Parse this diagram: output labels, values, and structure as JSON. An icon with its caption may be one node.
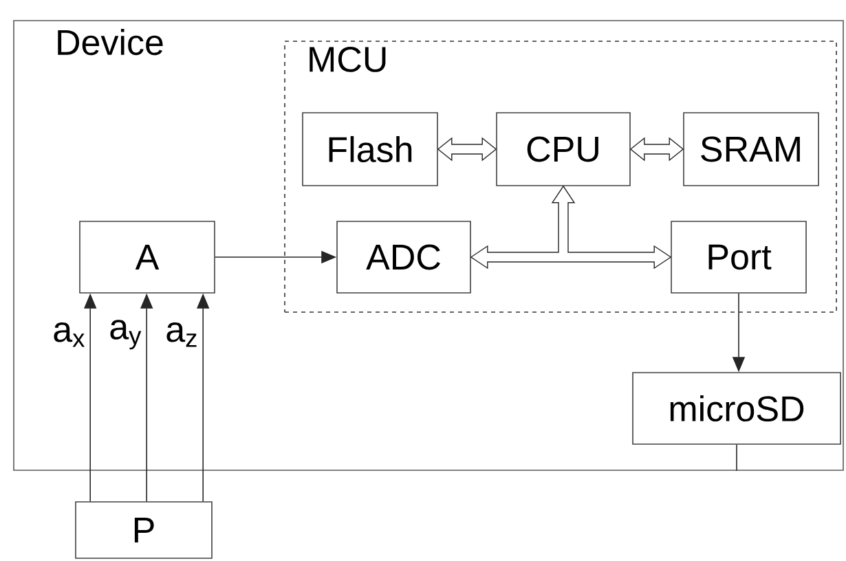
{
  "diagram": {
    "nodes": [
      {
        "text": [
          "Device"
        ]
      },
      {
        "text": [
          "MCU"
        ],
        "in": 0
      },
      {
        "text": [
          "Flash"
        ],
        "in": 1
      },
      {
        "text": [
          "CPU"
        ],
        "in": 1
      },
      {
        "text": [
          "SRAM"
        ],
        "in": 1
      },
      {
        "text": [
          "A"
        ],
        "in": 0
      },
      {
        "text": [
          "ADC"
        ],
        "in": 1
      },
      {
        "text": [
          "Port"
        ],
        "in": 1
      },
      {
        "text": [
          "microSD"
        ],
        "in": 0
      },
      {
        "text": [
          "P"
        ]
      }
    ],
    "edges": [
      {
        "from": 2,
        "to": 3,
        "arrow": "both"
      },
      {
        "from": 3,
        "to": 4,
        "arrow": "both"
      },
      {
        "from": 6,
        "to": 3,
        "arrow": "both"
      },
      {
        "from": 6,
        "to": 7,
        "arrow": "both"
      },
      {
        "from": 3,
        "to": 7,
        "arrow": "both"
      },
      {
        "from": 5,
        "to": 6,
        "arrow": "to"
      },
      {
        "from": 7,
        "to": 8,
        "arrow": "to"
      },
      {
        "from": 8,
        "to": 0,
        "arrow": "none"
      },
      {
        "from": 9,
        "to": 5,
        "arrow": "to",
        "label": "a$_{x}$"
      },
      {
        "from": 9,
        "to": 5,
        "arrow": "to",
        "label": "a$_{y}$"
      },
      {
        "from": 9,
        "to": 5,
        "arrow": "to",
        "label": "a$_{z}$"
      }
    ]
  }
}
